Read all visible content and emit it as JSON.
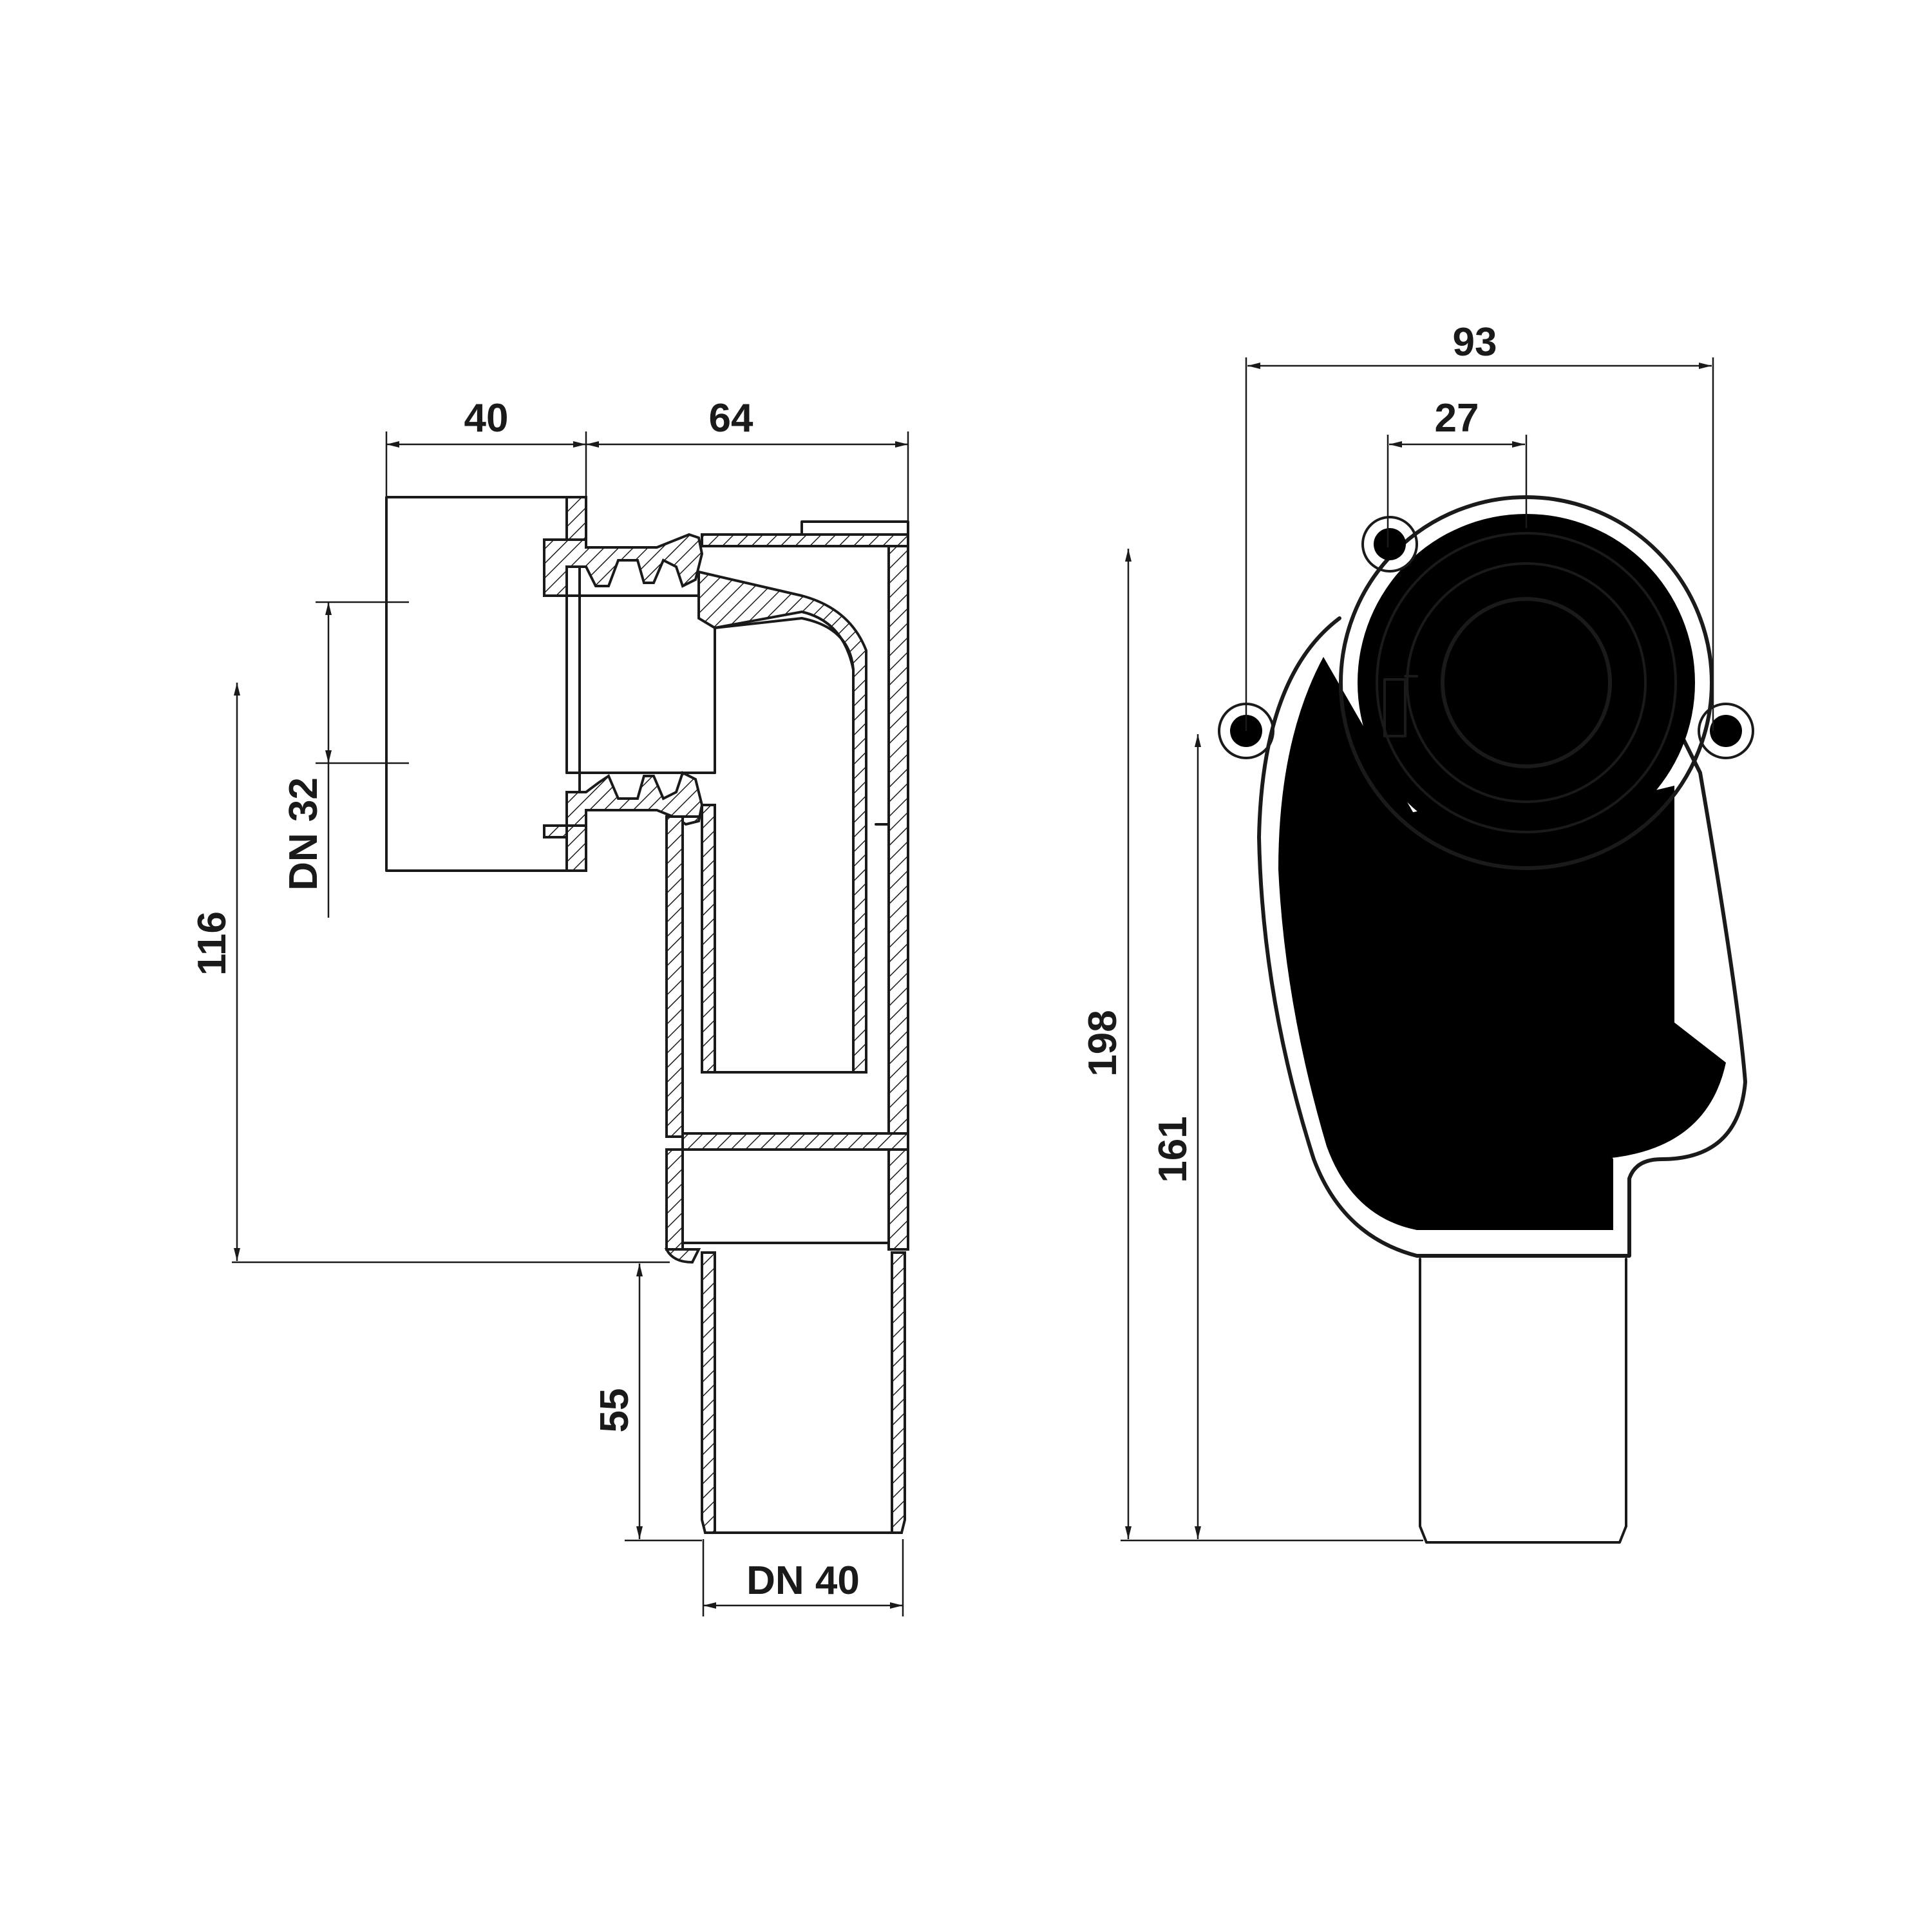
{
  "dimensions": {
    "left_socket_depth": "40",
    "left_body_width": "64",
    "left_inlet_size": "DN 32",
    "left_height_to_outlet": "116",
    "left_tail_length": "55",
    "left_outlet_size": "DN 40",
    "right_overall_width": "93",
    "right_offset": "27",
    "right_overall_height": "198",
    "right_height_to_fixing": "161"
  }
}
